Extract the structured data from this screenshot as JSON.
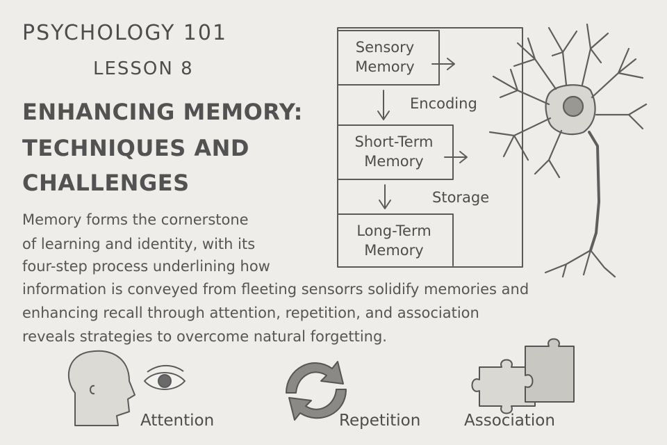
{
  "header": {
    "course": "PSYCHOLOGY 101",
    "lesson": "LESSON 8"
  },
  "title": {
    "line1": "ENHANCING MEMORY:",
    "line2": "TECHNIQUES AND",
    "line3": "CHALLENGES"
  },
  "paragraph": {
    "lines": [
      "Memory forms the cornerstone",
      "of learning and identity, with its",
      "four-step process underlining how",
      "information is conveyed from fleeting sensorrs solidify memories and",
      "enhancing recall through attention, repetition, and association",
      "reveals strategies to overcome natural forgetting."
    ]
  },
  "diagram": {
    "stages": [
      {
        "line1": "Sensory",
        "line2": "Memory"
      },
      {
        "line1": "Short-Term",
        "line2": "Memory"
      },
      {
        "line1": "Long-Term",
        "line2": "Memory"
      }
    ],
    "transitions": [
      "Encoding",
      "Storage"
    ]
  },
  "icons": [
    {
      "name": "head-with-eye-icon",
      "label": "Attention"
    },
    {
      "name": "cycle-arrows-icon",
      "label": "Repetition"
    },
    {
      "name": "puzzle-pieces-icon",
      "label": "Association"
    }
  ],
  "illustration": {
    "name": "neuron-icon"
  },
  "colors": {
    "background": "#eeede9",
    "ink": "#4a4a4a"
  }
}
